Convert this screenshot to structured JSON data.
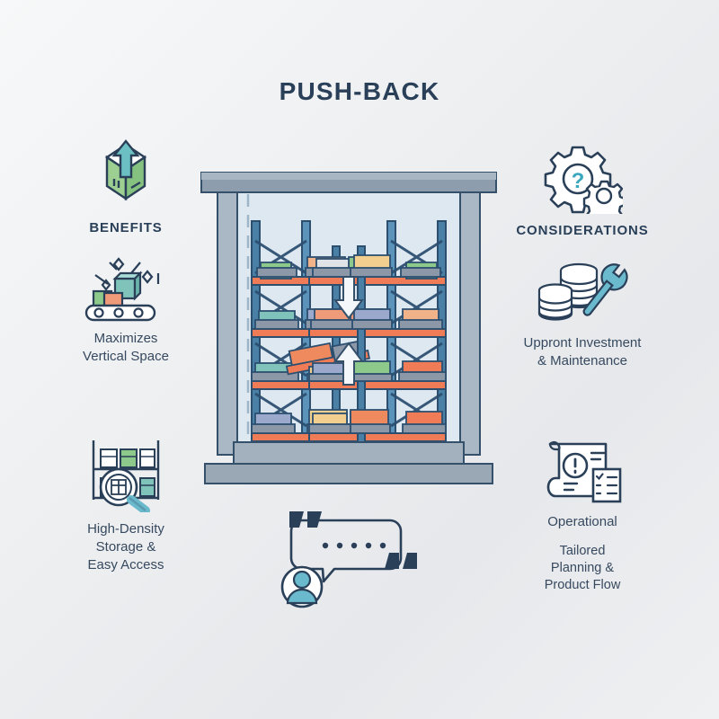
{
  "page": {
    "title": "PUSH-BACK",
    "background_start": "#f7f8f9",
    "background_end": "#e6e8eb",
    "text_color": "#2e4158"
  },
  "benefits": {
    "heading": "BENEFITS",
    "heading_icon": "box-up-arrow-icon",
    "items": [
      {
        "icon": "conveyor-belt-boxes-icon",
        "lines": [
          "Maximizes",
          "Vertical Space"
        ]
      },
      {
        "icon": "shelf-magnifier-icon",
        "lines": [
          "High-Density",
          "Storage &",
          "Easy Access"
        ]
      }
    ]
  },
  "considerations": {
    "heading": "CONSIDERATIONS",
    "heading_icon": "gears-question-mark-icon",
    "items": [
      {
        "icon": "coins-wrench-icon",
        "lines": [
          "Uppront Investment",
          "& Maintenance"
        ]
      },
      {
        "icon": "blueprint-checklist-icon",
        "lines": [
          "Operational"
        ],
        "lines2": [
          "Tailored",
          "Planning &",
          "Product Flow"
        ]
      }
    ]
  },
  "center": {
    "illustration": "push-back-pallet-racking-system",
    "description": "Warehouse push-back racking with multi-level pallet shelves, inclined rails, down arrow and up arrow in center aisle",
    "levels": 5,
    "colors": {
      "frame": "#3b6e96",
      "beam": "#ef7c56",
      "wall": "#dbe6ef",
      "floor": "#9aa7b4",
      "pallet": "#8c97a8"
    }
  },
  "speech": {
    "icon": "speech-bubble-quote-icon",
    "avatar_icon": "person-avatar-icon",
    "dots": 5,
    "open_quote": "“",
    "close_quote": "”"
  },
  "palette": {
    "navy": "#2a3f58",
    "teal": "#5fbcc8",
    "green": "#8cc98a",
    "orange": "#ef7c56",
    "blue": "#6ab0d8",
    "sand": "#f2cf8f"
  }
}
